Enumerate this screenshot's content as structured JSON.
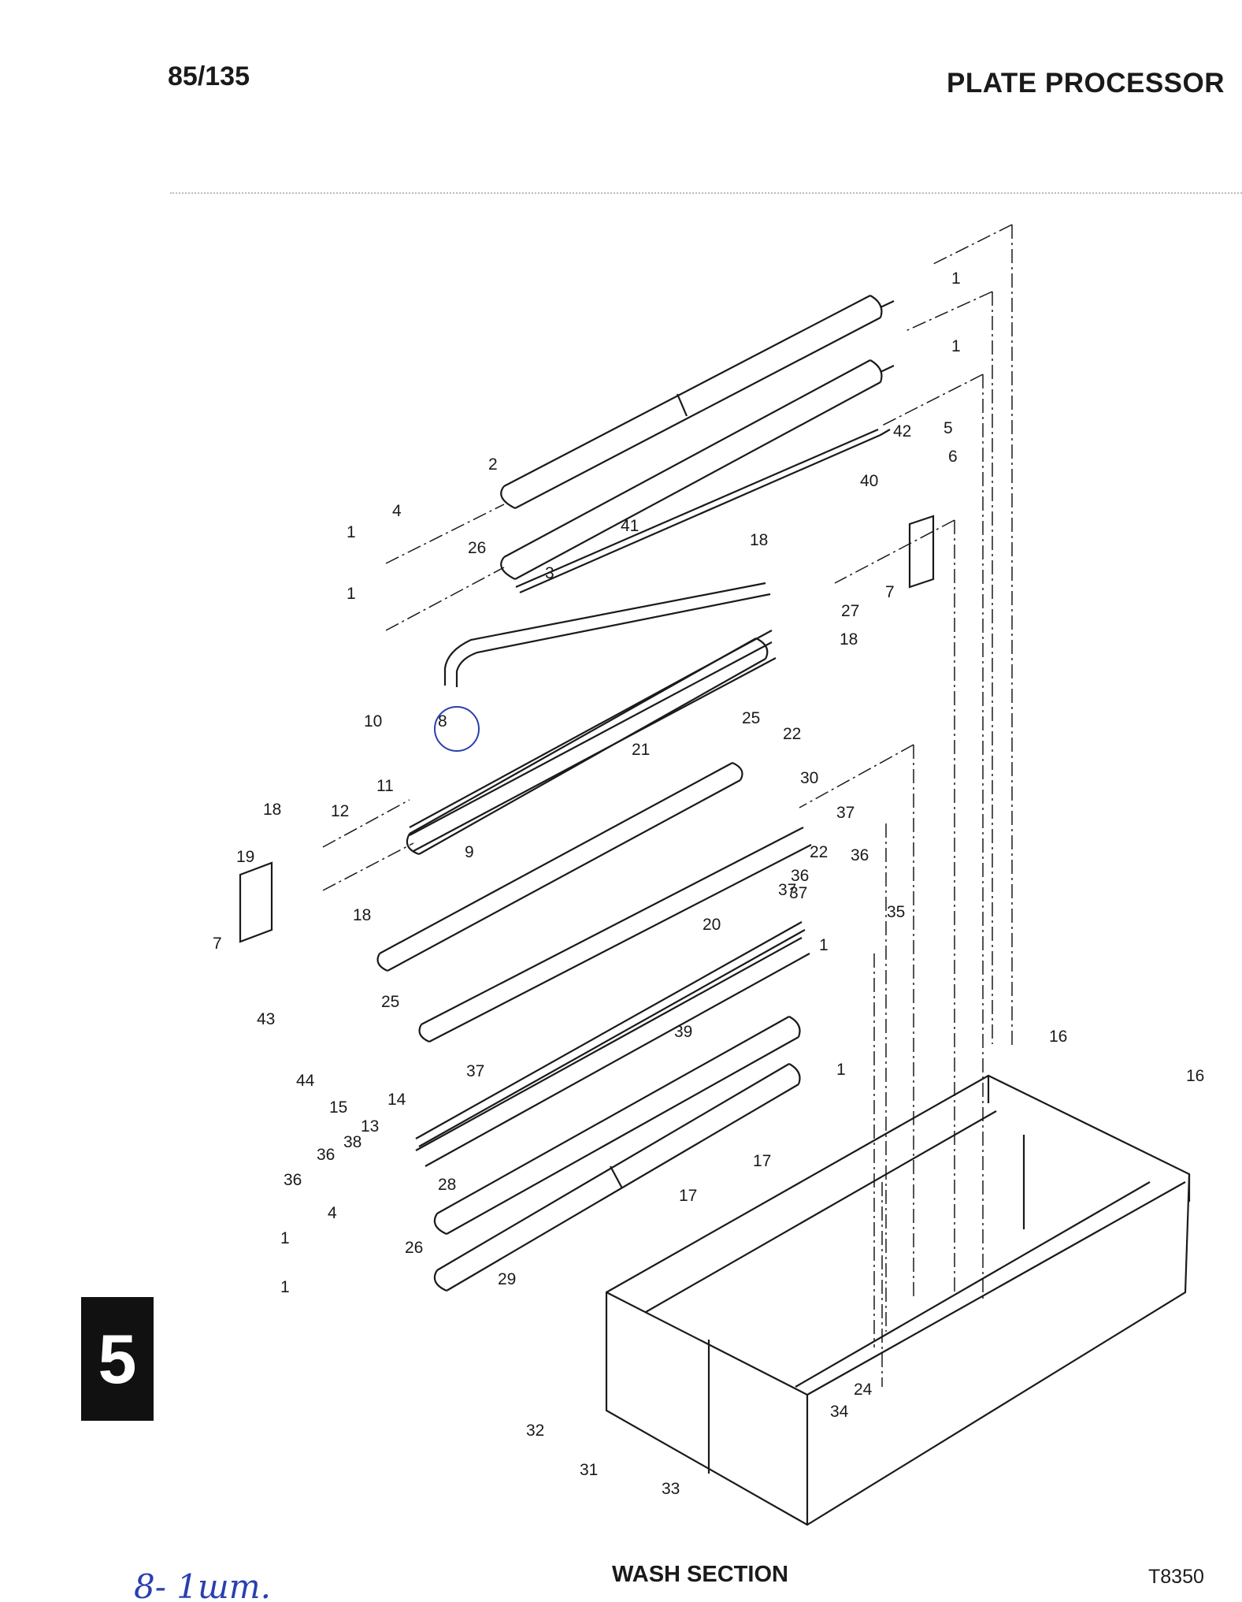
{
  "header": {
    "doc_number": "85/135",
    "title": "PLATE PROCESSOR"
  },
  "footer": {
    "section_title": "WASH SECTION",
    "drawing_id": "T8350"
  },
  "chapter_tab": "5",
  "handwriting": "8- 1шт.",
  "colors": {
    "ink": "#1a1a1a",
    "annotation": "#2a3fb0",
    "tab": "#111111"
  },
  "callouts": [
    "1",
    "1",
    "2",
    "3",
    "4",
    "26",
    "1",
    "1",
    "41",
    "42",
    "5",
    "6",
    "40",
    "18",
    "27",
    "18",
    "7",
    "10",
    "8",
    "25",
    "22",
    "21",
    "11",
    "12",
    "18",
    "30",
    "37",
    "9",
    "22",
    "36",
    "37",
    "19",
    "18",
    "36",
    "37",
    "35",
    "7",
    "20",
    "1",
    "25",
    "39",
    "43",
    "37",
    "1",
    "44",
    "15",
    "14",
    "16",
    "16",
    "13",
    "38",
    "36",
    "36",
    "17",
    "28",
    "17",
    "4",
    "26",
    "1",
    "29",
    "1",
    "24",
    "34",
    "32",
    "31",
    "33"
  ]
}
